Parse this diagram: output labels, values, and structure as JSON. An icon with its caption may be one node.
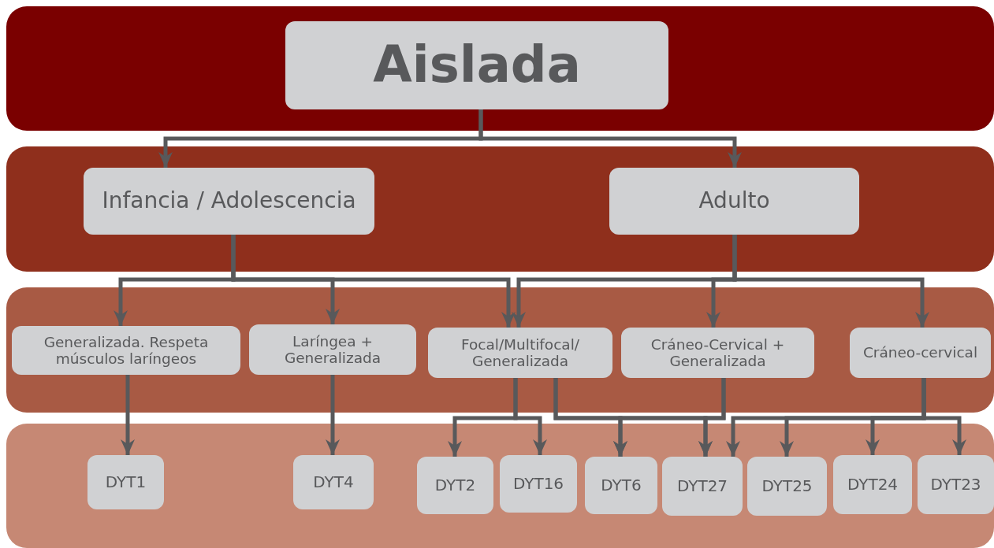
{
  "diagram": {
    "nodes": [
      {
        "text": [],
        "shape": "band"
      },
      {
        "text": [
          "Aislada"
        ],
        "in": 0
      },
      {
        "text": [],
        "shape": "band"
      },
      {
        "text": [
          "Infancia / Adolescencia"
        ],
        "in": 2
      },
      {
        "text": [
          "Adulto"
        ],
        "in": 2
      },
      {
        "text": [],
        "shape": "band"
      },
      {
        "text": [
          "Generalizada. Respeta músculos laríngeos"
        ],
        "in": 5
      },
      {
        "text": [
          "Laríngea + Generalizada"
        ],
        "in": 5
      },
      {
        "text": [
          "Focal/Multifocal/ Generalizada"
        ],
        "in": 5
      },
      {
        "text": [
          "Cráneo-Cervical + Generalizada"
        ],
        "in": 5
      },
      {
        "text": [
          "Cráneo-cervical"
        ],
        "in": 5
      },
      {
        "text": [],
        "shape": "band"
      },
      {
        "text": [
          "DYT1"
        ],
        "in": 11
      },
      {
        "text": [
          "DYT4"
        ],
        "in": 11
      },
      {
        "text": [
          "DYT2"
        ],
        "in": 11
      },
      {
        "text": [
          "DYT16"
        ],
        "in": 11
      },
      {
        "text": [
          "DYT6"
        ],
        "in": 11
      },
      {
        "text": [
          "DYT27"
        ],
        "in": 11
      },
      {
        "text": [
          "DYT25"
        ],
        "in": 11
      },
      {
        "text": [
          "DYT24"
        ],
        "in": 11
      },
      {
        "text": [
          "DYT23"
        ],
        "in": 11
      }
    ],
    "edges": [
      {
        "from": 1,
        "to": 3,
        "arrow": "to"
      },
      {
        "from": 1,
        "to": 4,
        "arrow": "to"
      },
      {
        "from": 3,
        "to": 6,
        "arrow": "to"
      },
      {
        "from": 3,
        "to": 7,
        "arrow": "to"
      },
      {
        "from": 3,
        "to": 8,
        "arrow": "to"
      },
      {
        "from": 4,
        "to": 8,
        "arrow": "to"
      },
      {
        "from": 4,
        "to": 9,
        "arrow": "to"
      },
      {
        "from": 4,
        "to": 10,
        "arrow": "to"
      },
      {
        "from": 6,
        "to": 12,
        "arrow": "to"
      },
      {
        "from": 7,
        "to": 13,
        "arrow": "to"
      },
      {
        "from": 8,
        "to": 14,
        "arrow": "to"
      },
      {
        "from": 8,
        "to": 15,
        "arrow": "to"
      },
      {
        "from": 8,
        "to": 16,
        "arrow": "to"
      },
      {
        "from": 8,
        "to": 17,
        "arrow": "to"
      },
      {
        "from": 9,
        "to": 16,
        "arrow": "to"
      },
      {
        "from": 9,
        "to": 17,
        "arrow": "to"
      },
      {
        "from": 10,
        "to": 17,
        "arrow": "to"
      },
      {
        "from": 10,
        "to": 18,
        "arrow": "to"
      },
      {
        "from": 10,
        "to": 19,
        "arrow": "to"
      },
      {
        "from": 10,
        "to": 20,
        "arrow": "to"
      }
    ]
  }
}
